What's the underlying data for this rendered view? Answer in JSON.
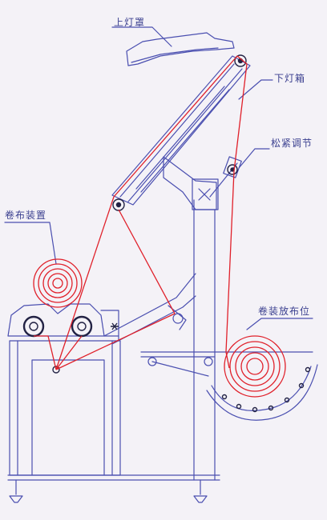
{
  "labels": {
    "upper_lamp_cover": "上灯罩",
    "lower_lamp_box": "下灯箱",
    "tension_adjust": "松紧调节",
    "cloth_roll_device": "卷布装置",
    "roll_cloth_position": "卷装放布位"
  },
  "colors": {
    "frame": "#4a4fb0",
    "cloth_path": "#e0202a",
    "roll": "#e0202a",
    "dark": "#222244",
    "background": "#f4f2f7"
  }
}
